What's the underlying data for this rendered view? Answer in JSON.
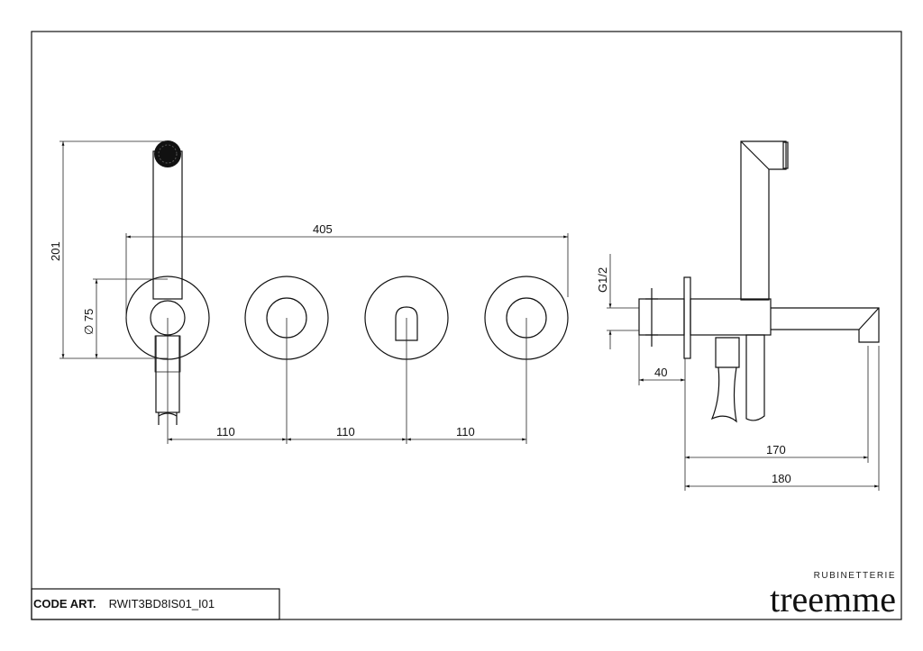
{
  "dimensions": {
    "overall_width": "405",
    "height": "201",
    "diameter": "∅ 75",
    "spacing_1": "110",
    "spacing_2": "110",
    "spacing_3": "110",
    "thread": "G1/2",
    "depth": "40",
    "projection_170": "170",
    "projection_180": "180"
  },
  "title_block": {
    "code_label": "CODE ART.",
    "code_value": "RWIT3BD8IS01_I01"
  },
  "brand": {
    "subtitle": "RUBINETTERIE",
    "name": "treemme"
  }
}
